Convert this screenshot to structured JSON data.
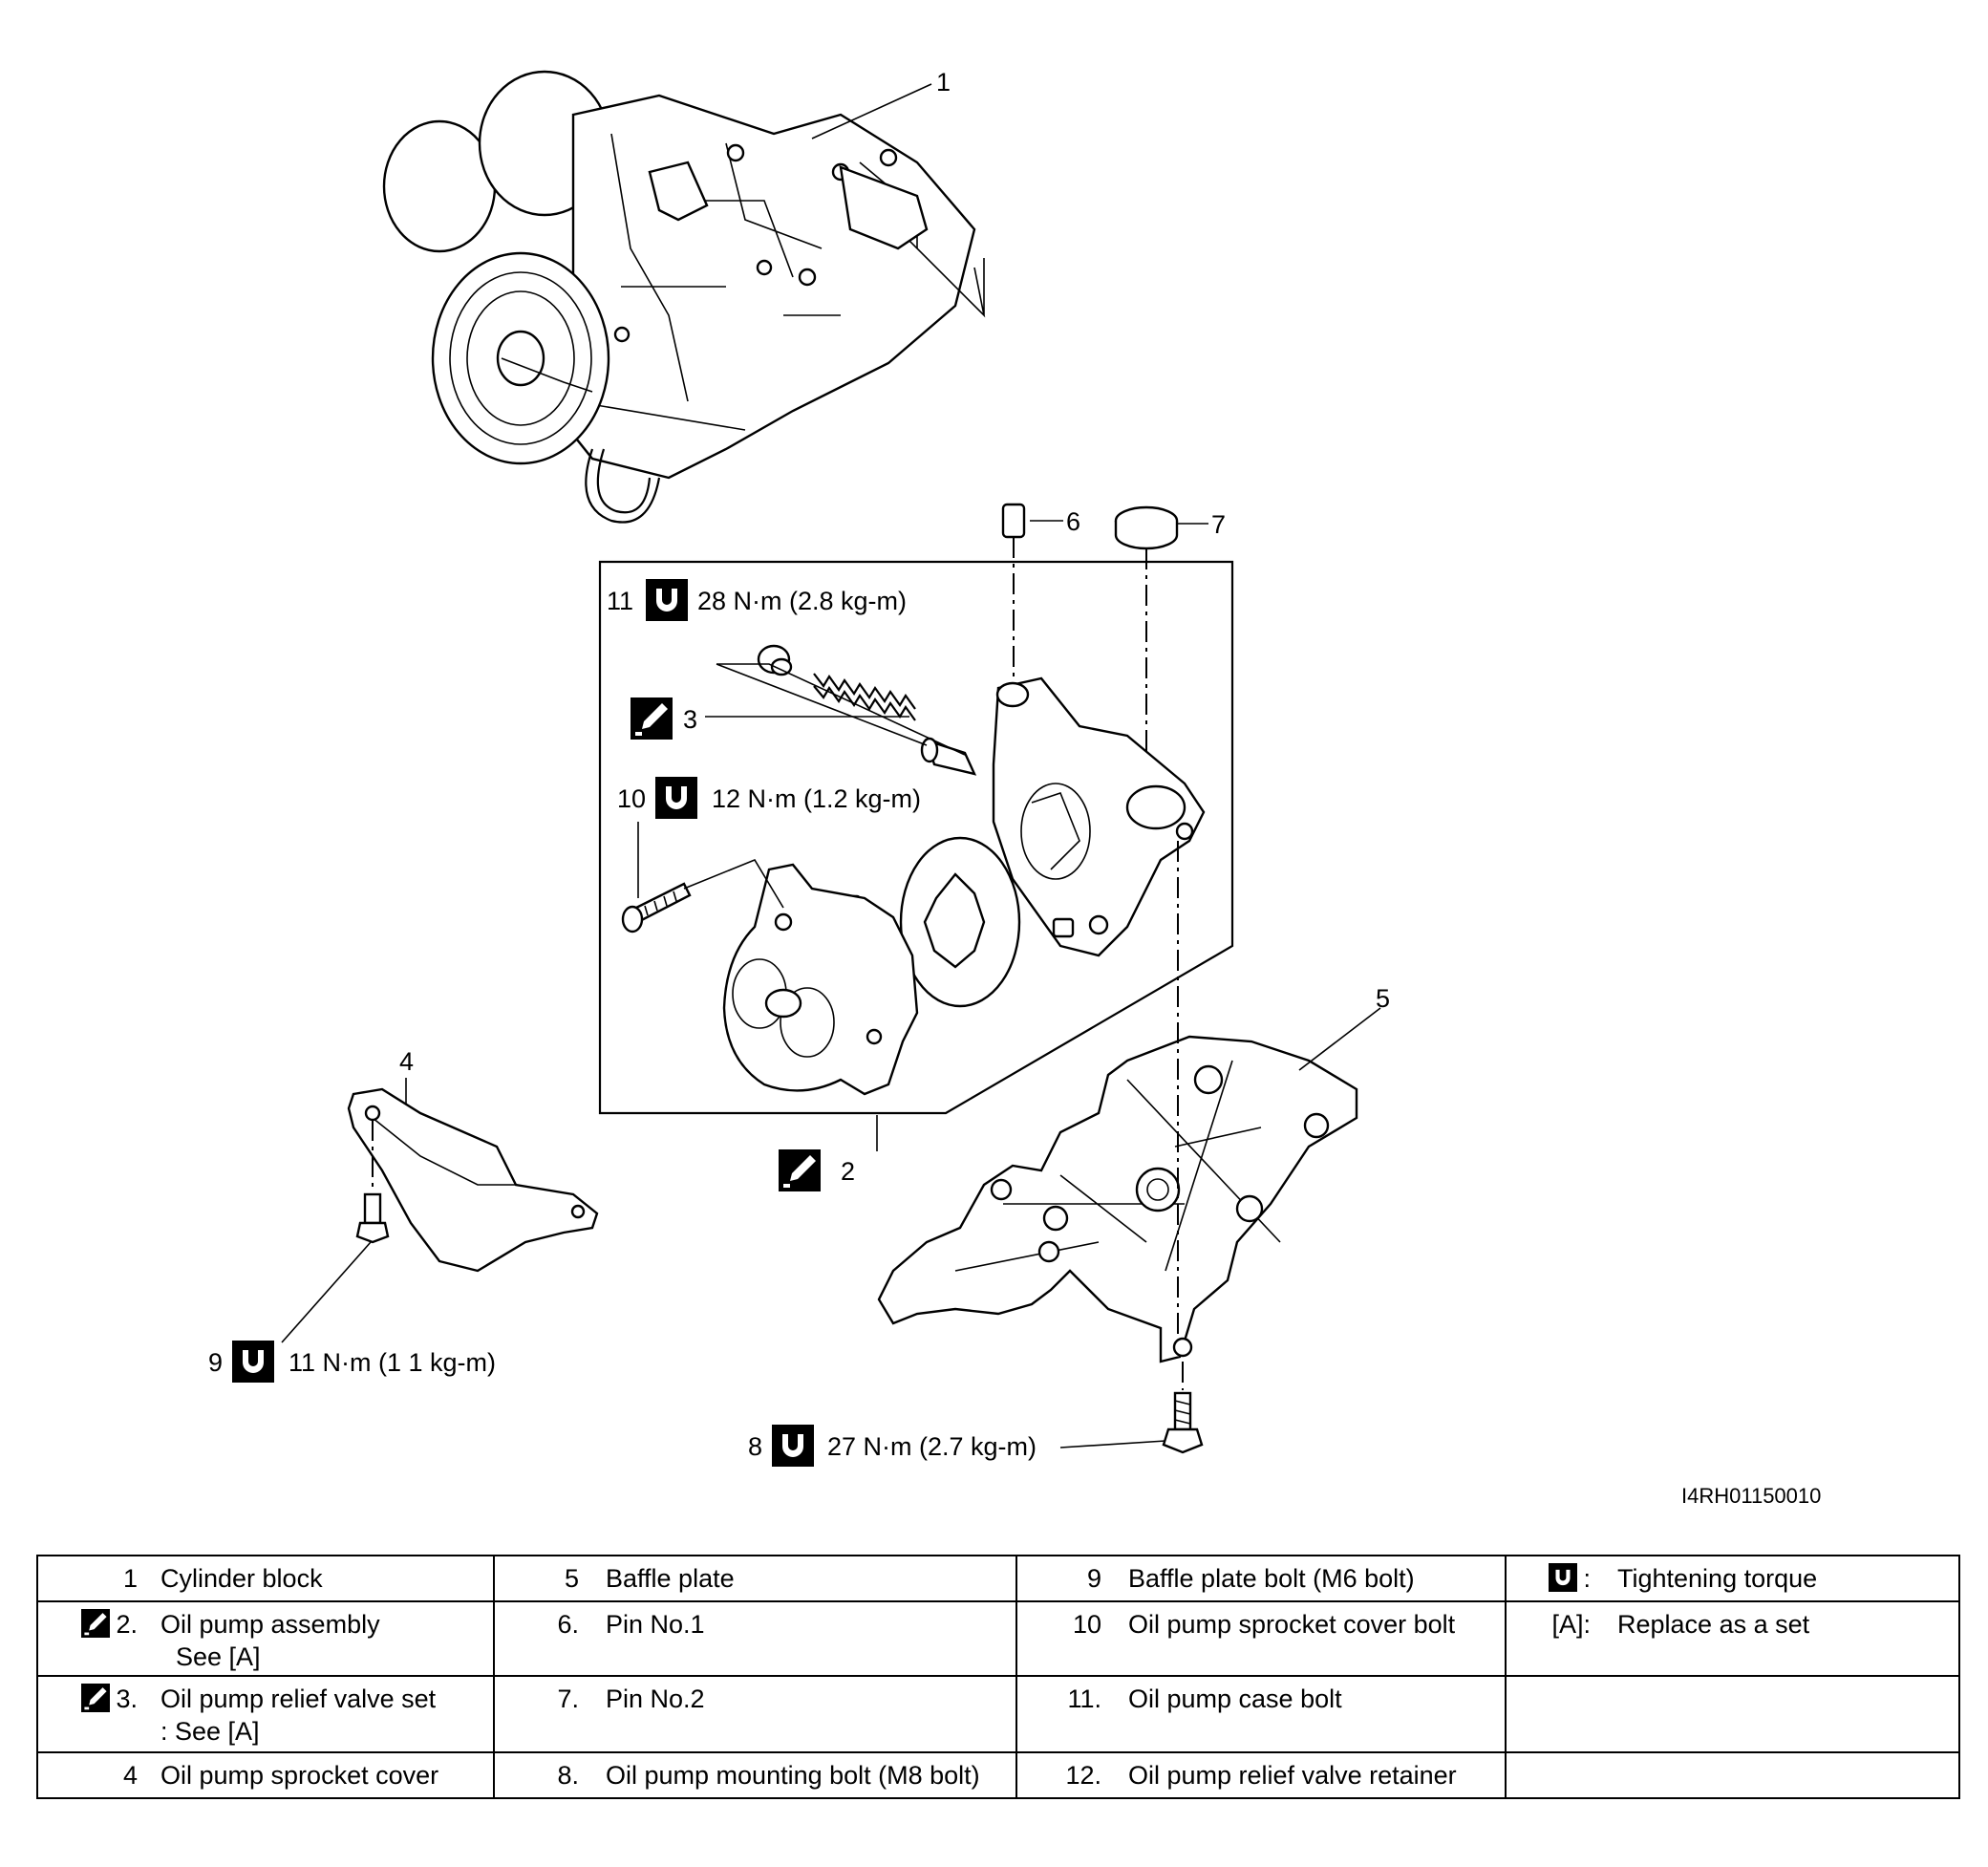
{
  "callouts": {
    "p1": "1",
    "p2": "2",
    "p3": "3",
    "p4": "4",
    "p5": "5",
    "p6": "6",
    "p7": "7",
    "p8": "8",
    "p9": "9",
    "p10": "10",
    "p11": "11"
  },
  "torques": {
    "t11": "28 N·m (2.8 kg-m)",
    "t10": "12 N·m (1.2 kg-m)",
    "t9": "11 N·m (1 1 kg-m)",
    "t8": "27 N·m (2.7 kg-m)"
  },
  "figure_code": "I4RH01150010",
  "legend": {
    "rows": [
      [
        {
          "num": "1",
          "text": "Cylinder block",
          "icon": ""
        },
        {
          "num": "5",
          "text": "Baffle plate"
        },
        {
          "num": "9",
          "text": "Baffle plate bolt (M6 bolt)"
        },
        {
          "num": "",
          "text": "Tightening torque",
          "icon": "torque-icon"
        }
      ],
      [
        {
          "num": "2.",
          "text": "Oil pump assembly",
          "text2": "See [A]",
          "icon": "lube-icon"
        },
        {
          "num": "6.",
          "text": "Pin No.1"
        },
        {
          "num": "10",
          "text": "Oil pump sprocket cover bolt"
        },
        {
          "num": "[A]:",
          "text": "Replace as a set"
        }
      ],
      [
        {
          "num": "3.",
          "text": "Oil pump relief valve set",
          "text2": ": See [A]",
          "icon": "lube-icon"
        },
        {
          "num": "7.",
          "text": "Pin No.2"
        },
        {
          "num": "11.",
          "text": "Oil pump case bolt"
        },
        {
          "num": "",
          "text": ""
        }
      ],
      [
        {
          "num": "4",
          "text": "Oil pump sprocket cover"
        },
        {
          "num": "8.",
          "text": "Oil pump mounting bolt (M8 bolt)"
        },
        {
          "num": "12.",
          "text": "Oil pump relief valve retainer"
        },
        {
          "num": "",
          "text": ""
        }
      ]
    ]
  },
  "icons": {
    "torque": "torque-wrench-icon",
    "lube": "oil-can-icon"
  }
}
